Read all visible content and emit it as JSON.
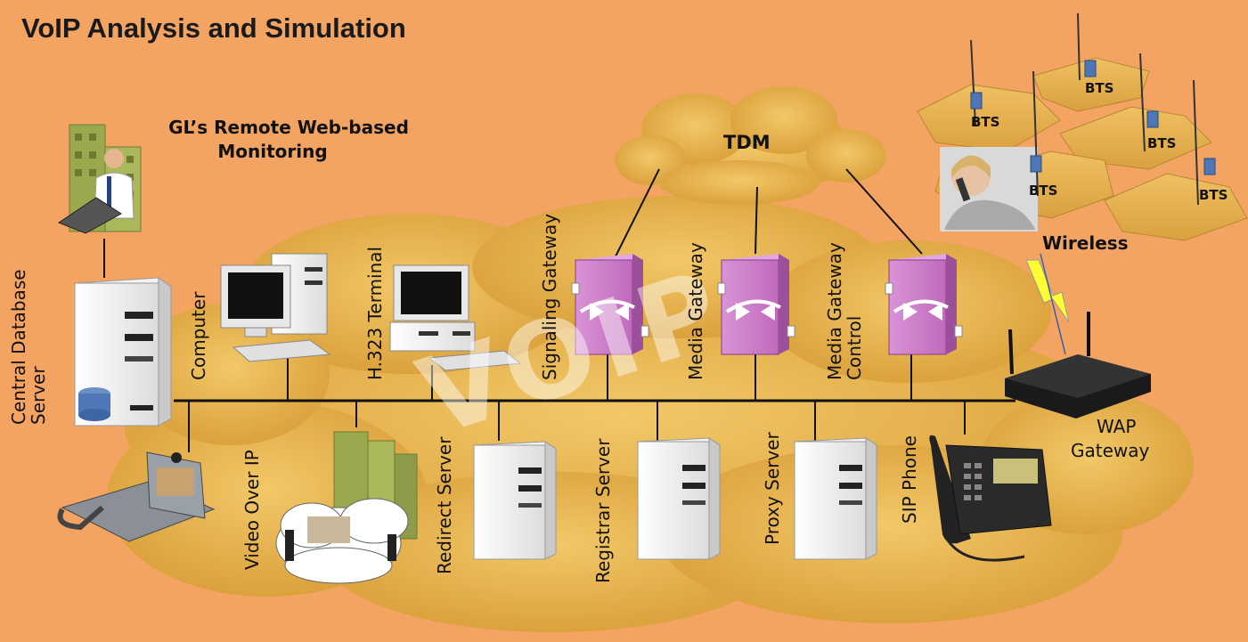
{
  "title": "VoIP Analysis and Simulation",
  "monitoring": {
    "line1": "GL’s Remote Web-based",
    "line2": "Monitoring"
  },
  "tdm": "TDM",
  "voip_watermark": "VOIP",
  "wireless": "Wireless",
  "wap": {
    "line1": "WAP",
    "line2": "Gateway"
  },
  "bts_label": "BTS",
  "nodes": {
    "central_db": {
      "line1": "Central Database",
      "line2": "Server"
    },
    "computer": "Computer",
    "h323": "H.323 Terminal",
    "signaling_gw": "Signaling Gateway",
    "media_gw": "Media  Gateway",
    "media_gw_control": {
      "line1": "Media  Gateway",
      "line2": "Control"
    },
    "video_over_ip": "Video Over IP",
    "redirect_server": "Redirect Server",
    "registrar_server": "Registrar Server",
    "proxy_server": "Proxy Server",
    "sip_phone": "SIP Phone"
  },
  "colors": {
    "background": "#f4a462",
    "cloud": "#e8b24a",
    "gateway": "#c77ac6",
    "building": "#9aa84e"
  }
}
